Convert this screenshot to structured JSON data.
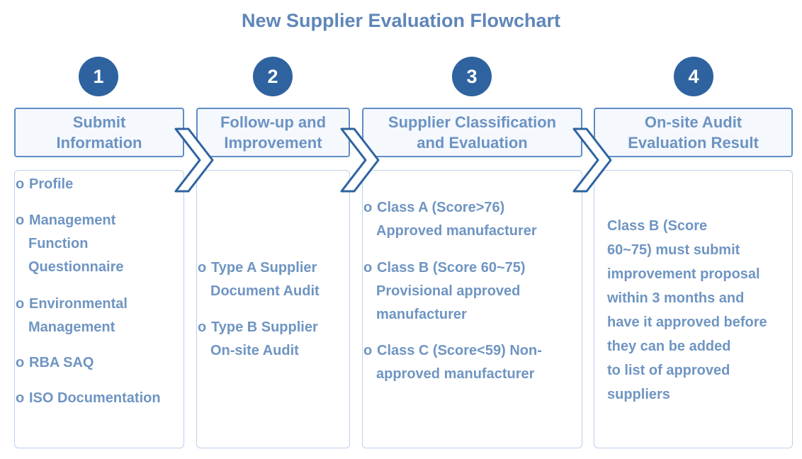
{
  "title": "New Supplier Evaluation Flowchart",
  "colors": {
    "circle": "#2f63a0",
    "header_border": "#5e8dc5",
    "header_fill": "#f5f8fd",
    "text": "#6f95c2",
    "body_border": "#bcd0ea"
  },
  "steps": [
    {
      "number": "1",
      "header": [
        "Submit",
        "Information"
      ],
      "items": [
        {
          "bullet": "o",
          "lines": [
            "Profile"
          ]
        },
        {
          "bullet": "o",
          "lines": [
            "Management",
            "Function",
            "Questionnaire"
          ]
        },
        {
          "bullet": "o",
          "lines": [
            "Environmental",
            "Management"
          ]
        },
        {
          "bullet": "o",
          "lines": [
            "RBA SAQ"
          ]
        },
        {
          "bullet": "o",
          "lines": [
            "ISO Documentation"
          ]
        }
      ]
    },
    {
      "number": "2",
      "header": [
        "Follow-up and",
        "Improvement"
      ],
      "items": [
        {
          "bullet": "o",
          "lines": [
            "Type A Supplier",
            "Document Audit"
          ]
        },
        {
          "bullet": "o",
          "lines": [
            "Type B Supplier",
            "On-site Audit"
          ]
        }
      ]
    },
    {
      "number": "3",
      "header": [
        "Supplier Classification",
        "and Evaluation"
      ],
      "items": [
        {
          "bullet": "o",
          "lines": [
            "Class A (Score>76)",
            "Approved manufacturer"
          ]
        },
        {
          "bullet": "o",
          "lines": [
            "Class B (Score 60~75)",
            "Provisional approved",
            "manufacturer"
          ]
        },
        {
          "bullet": "o",
          "lines": [
            "Class C (Score<59) Non-",
            "approved manufacturer"
          ]
        }
      ]
    },
    {
      "number": "4",
      "header": [
        "On-site Audit",
        "Evaluation Result"
      ],
      "paragraph": [
        "Class B (Score",
        "60~75) must submit",
        "improvement proposal",
        "within 3 months and",
        "have it approved before",
        "they can be added",
        "to list of approved",
        "suppliers"
      ]
    }
  ]
}
